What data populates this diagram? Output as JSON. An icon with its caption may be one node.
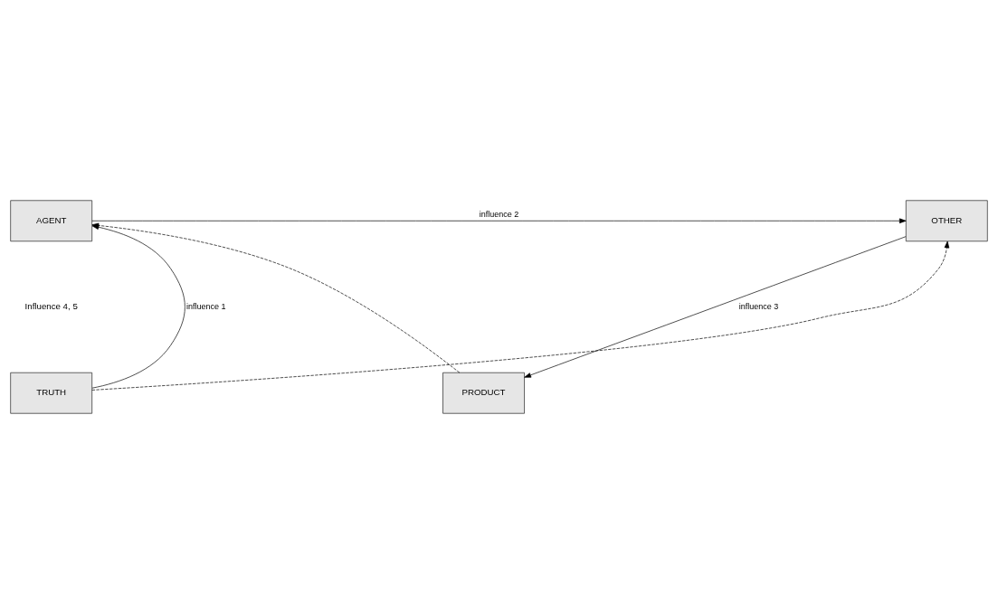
{
  "diagram": {
    "nodes": [
      {
        "text": [
          "AGENT"
        ]
      },
      {
        "text": [
          "OTHER"
        ]
      },
      {
        "text": [
          "TRUTH"
        ]
      },
      {
        "text": [
          "PRODUCT"
        ]
      }
    ],
    "edges": [
      {
        "from": 2,
        "to": 0,
        "arrow": "to",
        "label": "influence 1"
      },
      {
        "from": 0,
        "to": 1,
        "arrow": "to",
        "label": "influence 2"
      },
      {
        "from": 1,
        "to": 3,
        "arrow": "to",
        "label": "influence 3"
      },
      {
        "from": 3,
        "to": 0,
        "arrow": "to",
        "style": "dashed"
      },
      {
        "from": 2,
        "to": 1,
        "arrow": "to",
        "style": "dashed"
      }
    ],
    "labels": [
      "Influence 4, 5"
    ]
  }
}
